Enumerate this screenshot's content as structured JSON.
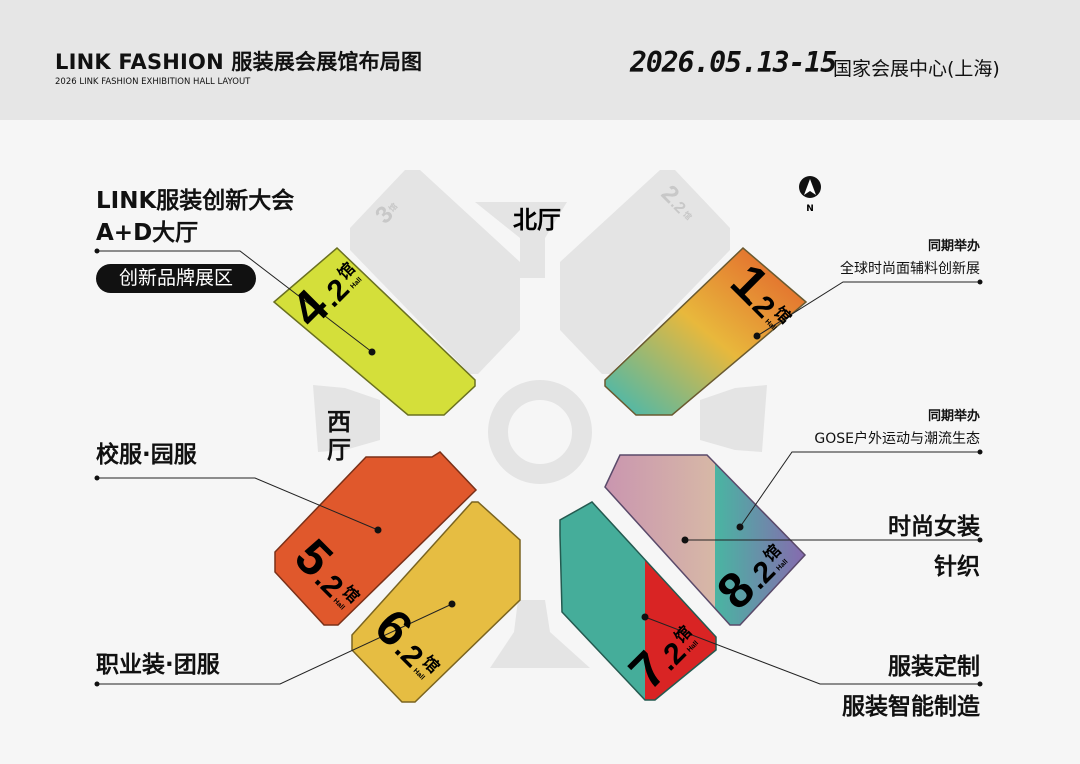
{
  "header": {
    "title": "LINK FASHION 服装展会展馆布局图",
    "subtitle": "2026 LINK FASHION EXHIBITION HALL LAYOUT",
    "date": "2026.05.13-15",
    "venue": "国家会展中心(上海)"
  },
  "compass": {
    "label": "N"
  },
  "areas": {
    "north": "北厅",
    "west": "西厅"
  },
  "halls": [
    {
      "id": "4.2",
      "major": "4",
      "minor": ".2",
      "suffix": "馆",
      "hall": "Hall",
      "color": "#d4df3a"
    },
    {
      "id": "1.2",
      "major": "1",
      "minor": ".2",
      "suffix": "馆",
      "hall": "Hall",
      "colors": [
        "#e25a2a",
        "#e8b83c",
        "#3bb8b6"
      ]
    },
    {
      "id": "5.2",
      "major": "5",
      "minor": ".2",
      "suffix": "馆",
      "hall": "Hall",
      "color": "#e0582c"
    },
    {
      "id": "6.2",
      "major": "6",
      "minor": ".2",
      "suffix": "馆",
      "hall": "Hall",
      "color": "#e6bd42"
    },
    {
      "id": "7.2",
      "major": "7",
      "minor": ".2",
      "suffix": "馆",
      "hall": "Hall",
      "colors": [
        "#45ad9a",
        "#d92424"
      ]
    },
    {
      "id": "8.2",
      "major": "8",
      "minor": ".2",
      "suffix": "馆",
      "hall": "Hall",
      "colors": [
        "#c994b0",
        "#d7b8a6",
        "#49b5a2",
        "#8a66b0"
      ]
    },
    {
      "id": "3",
      "major": "3",
      "suffix": "馆",
      "color": "#e4e4e4"
    },
    {
      "id": "2.2",
      "major": "2",
      "minor": ".2",
      "suffix": "馆",
      "color": "#e4e4e4"
    }
  ],
  "labels": {
    "innovation_line1": "LINK服装创新大会",
    "innovation_line2": "A+D大厅",
    "innovation_pill": "创新品牌展区",
    "school": "校服·园服",
    "work": "职业装·团服",
    "concurrent1_tag": "同期举办",
    "concurrent1_name": "全球时尚面辅料创新展",
    "concurrent2_tag": "同期举办",
    "concurrent2_name": "GOSE户外运动与潮流生态",
    "women": "时尚女装",
    "knit": "针织",
    "custom": "服装定制",
    "smart": "服装智能制造"
  }
}
